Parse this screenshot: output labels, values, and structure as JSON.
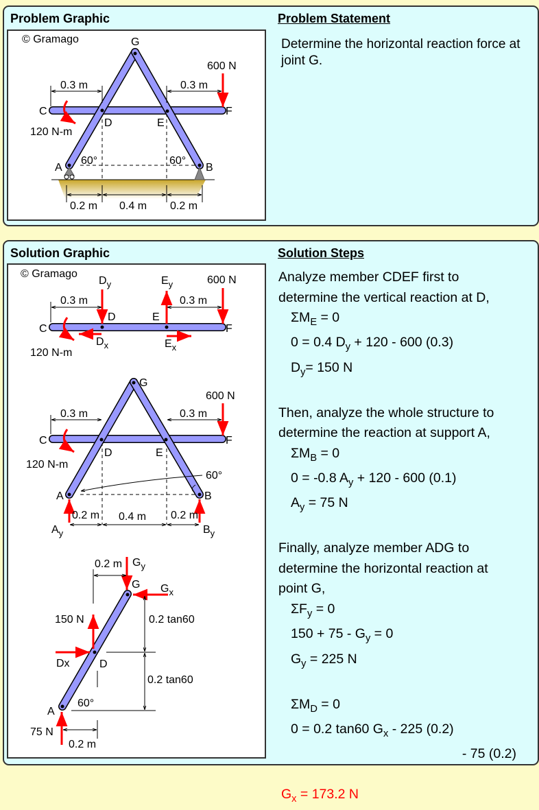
{
  "problem": {
    "title": "Problem Graphic",
    "statement_title": "Problem Statement",
    "statement": "Determine the horizontal reaction force at joint G."
  },
  "solution": {
    "title": "Solution Graphic",
    "steps_title": "Solution Steps"
  },
  "watermark": "© Gramago",
  "labels": {
    "A": "A",
    "B": "B",
    "C": "C",
    "D": "D",
    "E": "E",
    "F": "F",
    "G": "G",
    "force600": "600 N",
    "moment120": "120 N-m",
    "d03": "0.3 m",
    "d02": "0.2 m",
    "d04": "0.4 m",
    "angle60": "60°",
    "f150": "150 N",
    "f75": "75 N",
    "tan": "0.2 tan60",
    "Dy": "D",
    "Ey": "E",
    "Dx": "D",
    "Ex": "E",
    "Gy": "G",
    "Gx": "G",
    "Ay": "A",
    "By": "B",
    "Dx2": "Dx",
    "sub_y": "y",
    "sub_x": "x"
  },
  "steps": {
    "p1": [
      "Analyze member CDEF first to",
      "determine the vertical reaction at D,"
    ],
    "e1": [
      "ΣM",
      "E",
      " = 0"
    ],
    "e2": [
      "0 = 0.4 D",
      "y",
      " + 120 - 600 (0.3)"
    ],
    "e3": [
      "D",
      "y",
      "= 150 N"
    ],
    "p2": [
      "Then, analyze the whole structure to",
      "determine the reaction at support A,"
    ],
    "e4": [
      "ΣM",
      "B",
      " = 0"
    ],
    "e5": [
      "0 = -0.8 A",
      "y",
      " + 120 - 600 (0.1)"
    ],
    "e6": [
      "A",
      "y",
      " = 75 N"
    ],
    "p3": [
      "Finally, analyze member ADG to",
      "determine the horizontal reaction at",
      "point G,"
    ],
    "e7": [
      "ΣF",
      "y",
      " = 0"
    ],
    "e8": [
      "150 + 75 - G",
      "y",
      " = 0"
    ],
    "e9": [
      "G",
      "y",
      " = 225 N"
    ],
    "e10": [
      "ΣM",
      "D",
      " = 0"
    ],
    "e11": [
      "0 = 0.2 tan60 G",
      "x",
      " - 225 (0.2)"
    ],
    "e12": "- 75 (0.2)",
    "answer": [
      "G",
      "x",
      " = 173.2 N"
    ]
  },
  "colors": {
    "member": "#9999ff",
    "force": "#ff0000",
    "panel": "#dcfdfd",
    "page": "#fdfbc8"
  }
}
